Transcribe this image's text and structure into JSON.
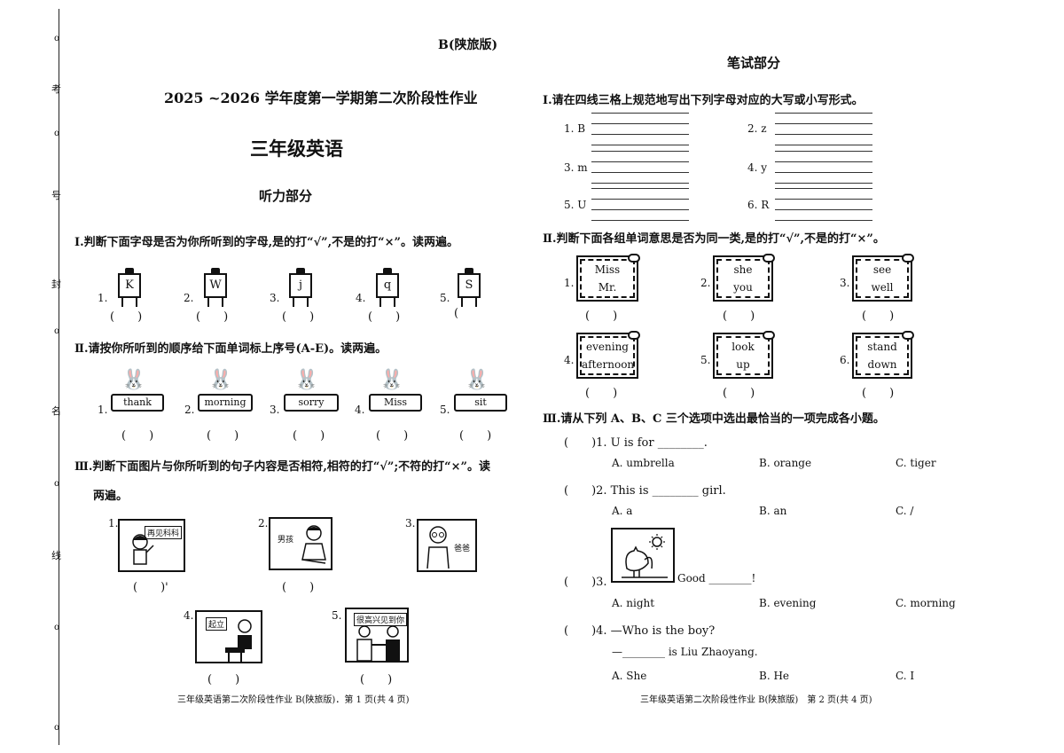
{
  "margin_labels": [
    "考",
    "号",
    "封",
    "名",
    "线"
  ],
  "header": {
    "edition": "B(陕旅版)",
    "title": "2025 ~2026 学年度第一学期第二次阶段性作业",
    "subject": "三年级英语"
  },
  "listening": {
    "heading": "听力部分",
    "part1": {
      "instruction": "Ⅰ.判断下面字母是否为你所听到的字母,是的打“√”,不是的打“×”。读两遍。",
      "items": [
        {
          "num": "1.",
          "letter": "K",
          "answer": "(　　)"
        },
        {
          "num": "2.",
          "letter": "W",
          "answer": "(　　)"
        },
        {
          "num": "3.",
          "letter": "j",
          "answer": "(　　)"
        },
        {
          "num": "4.",
          "letter": "q",
          "answer": "(　　)"
        },
        {
          "num": "5.",
          "letter": "S",
          "answer": "("
        }
      ]
    },
    "part2": {
      "instruction": "Ⅱ.请按你所听到的顺序给下面单词标上序号(A-E)。读两遍。",
      "items": [
        {
          "num": "1.",
          "word": "thank",
          "answer": "(　　)"
        },
        {
          "num": "2.",
          "word": "morning",
          "answer": "(　　)"
        },
        {
          "num": "3.",
          "word": "sorry",
          "answer": "(　　)"
        },
        {
          "num": "4.",
          "word": "Miss",
          "answer": "(　　)"
        },
        {
          "num": "5.",
          "word": "sit",
          "answer": "(　　)"
        }
      ]
    },
    "part3": {
      "instruction": "Ⅲ.判断下面图片与你所听到的句子内容是否相符,相符的打“√”;不符的打“×”。读",
      "instruction_cont": "两遍。",
      "items": [
        {
          "num": "1.",
          "tag": "再见科科",
          "answer": "(　　)'"
        },
        {
          "num": "2.",
          "tag": "男孩",
          "answer": "(　　)"
        },
        {
          "num": "3.",
          "tag": "爸爸",
          "answer": ""
        },
        {
          "num": "4.",
          "tag": "起立",
          "answer": "(　　)"
        },
        {
          "num": "5.",
          "tag": "很高兴见到你",
          "answer": "(　　)"
        }
      ]
    },
    "footer": "三年级英语第二次阶段性作业 B(陕旅版)．第 1 页(共 4 页)"
  },
  "written": {
    "heading": "笔试部分",
    "part1": {
      "instruction": "Ⅰ.请在四线三格上规范地写出下列字母对应的大写或小写形式。",
      "items": [
        {
          "label": "1. B"
        },
        {
          "label": "2. z"
        },
        {
          "label": "3. m"
        },
        {
          "label": "4. y"
        },
        {
          "label": "5. U"
        },
        {
          "label": "6. R"
        }
      ]
    },
    "part2": {
      "instruction": "Ⅱ.判断下面各组单词意思是否为同一类,是的打“√”,不是的打“×”。",
      "items": [
        {
          "num": "1.",
          "w1": "Miss",
          "w2": "Mr.",
          "answer": "(　　)"
        },
        {
          "num": "2.",
          "w1": "she",
          "w2": "you",
          "answer": "(　　)"
        },
        {
          "num": "3.",
          "w1": "see",
          "w2": "well",
          "answer": "(　　)"
        },
        {
          "num": "4.",
          "w1": "evening",
          "w2": "afternoon",
          "answer": "(　　)"
        },
        {
          "num": "5.",
          "w1": "look",
          "w2": "up",
          "answer": "(　　)"
        },
        {
          "num": "6.",
          "w1": "stand",
          "w2": "down",
          "answer": "(　　)"
        }
      ]
    },
    "part3": {
      "instruction": "Ⅲ.请从下列 A、B、C 三个选项中选出最恰当的一项完成各小题。",
      "q1": {
        "stem": "(　　)1. U is for ________.",
        "a": "A. umbrella",
        "b": "B. orange",
        "c": "C. tiger"
      },
      "q2": {
        "stem": "(　　)2. This is ________ girl.",
        "a": "A. a",
        "b": "B. an",
        "c": "C. /"
      },
      "q3": {
        "paren": "(　　)3.",
        "text": "Good ________!",
        "a": "A. night",
        "b": "B. evening",
        "c": "C. morning"
      },
      "q4": {
        "stem": "(　　)4. —Who is the boy?",
        "line2": "—________ is Liu Zhaoyang.",
        "a": "A. She",
        "b": "B. He",
        "c": "C. I"
      }
    },
    "footer": "三年级英语第二次阶段性作业 B(陕旅版)　第 2 页(共 4 页)"
  }
}
